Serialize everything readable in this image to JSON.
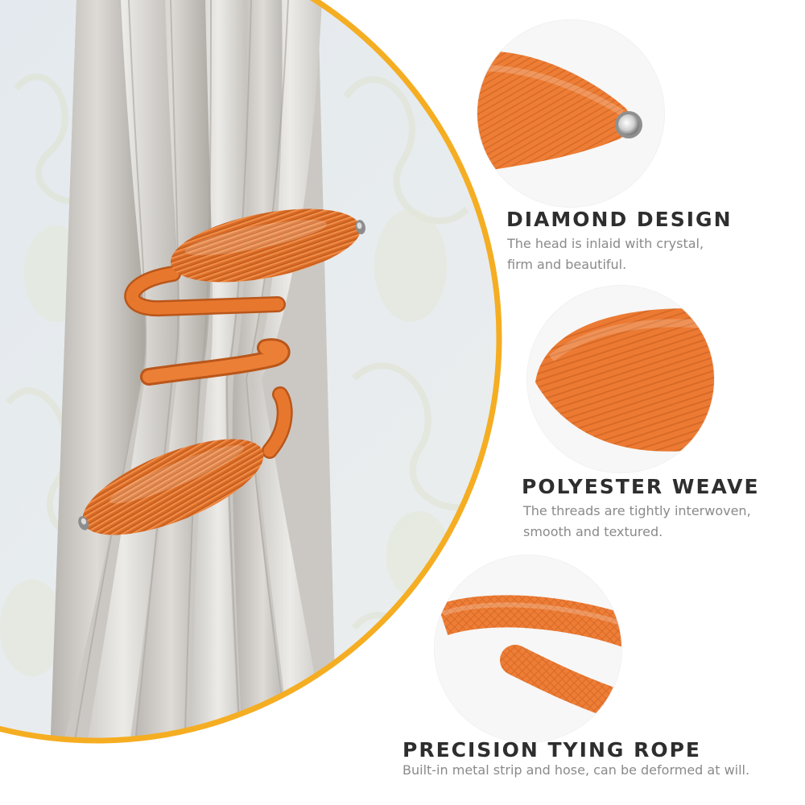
{
  "colors": {
    "accent_ring": "#f5ad22",
    "tieback_orange": "#e8772e",
    "curtain": "#d9d6d2",
    "wall": "#e8ecef",
    "title_text": "#2e2e2e",
    "desc_text": "#8a8a8a"
  },
  "features": [
    {
      "icon": "crystal-head-closeup",
      "title": "DIAMOND DESIGN",
      "description": "The head is inlaid with crystal,\nfirm and beautiful."
    },
    {
      "icon": "polyester-weave-closeup",
      "title": "POLYESTER WEAVE",
      "description": "The threads are tightly interwoven,\nsmooth and textured."
    },
    {
      "icon": "tying-rope-closeup",
      "title": "PRECISION TYING ROPE",
      "description": "Built-in metal strip and hose, can be deformed at will."
    }
  ]
}
